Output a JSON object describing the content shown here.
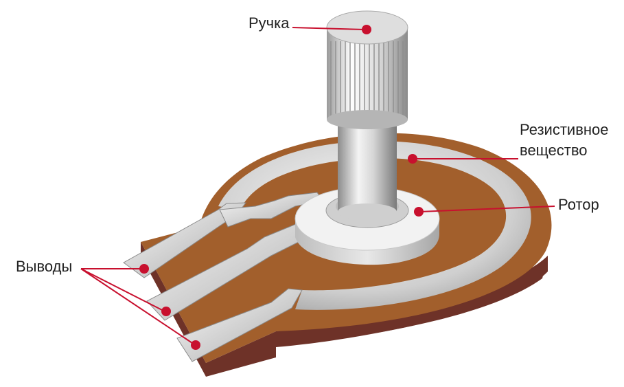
{
  "labels": {
    "knob": "Ручка",
    "resistive_line1": "Резистивное",
    "resistive_line2": "вещество",
    "rotor": "Ротор",
    "terminals": "Выводы"
  },
  "colors": {
    "callout": "#c8102e",
    "resistive_track": "#a25f2c",
    "base_side": "#6e3228",
    "metal_light": "#f2f2f2",
    "metal_dark": "#9a9a9a"
  }
}
